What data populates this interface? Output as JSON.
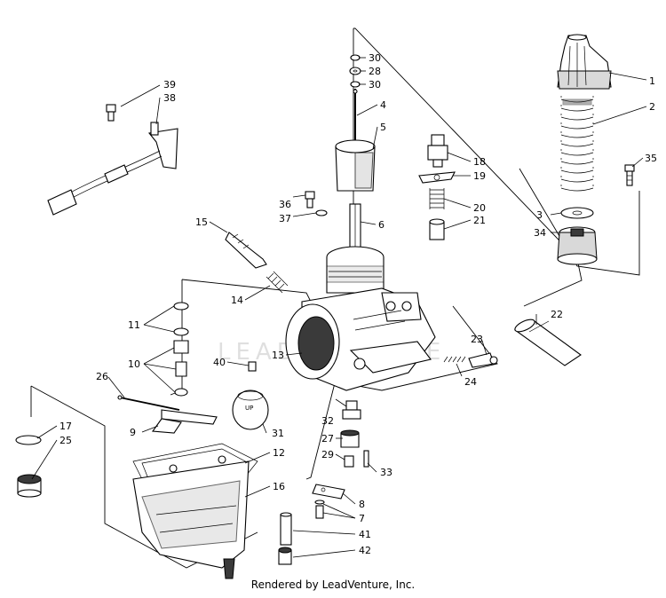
{
  "watermark_text": "LEADVENTURE",
  "credit_text": "Rendered by LeadVenture, Inc.",
  "part_labels": [
    "1",
    "2",
    "3",
    "4",
    "5",
    "6",
    "7",
    "8",
    "9",
    "10",
    "11",
    "12",
    "13",
    "14",
    "15",
    "16",
    "17",
    "18",
    "19",
    "20",
    "21",
    "22",
    "23",
    "24",
    "25",
    "26",
    "27",
    "28",
    "29",
    "30",
    "30",
    "31",
    "32",
    "33",
    "34",
    "35",
    "36",
    "37",
    "38",
    "39",
    "40",
    "41",
    "42"
  ]
}
